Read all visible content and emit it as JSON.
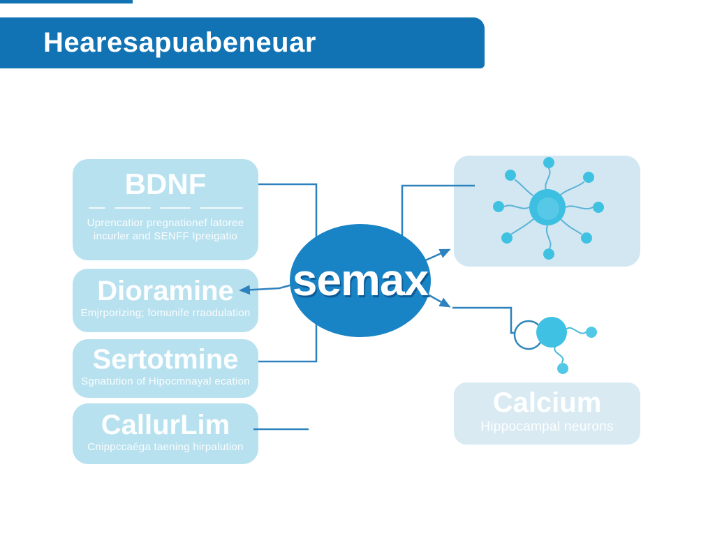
{
  "header": {
    "title": "Hearesapuabeneuar"
  },
  "center_node": {
    "label": "semax"
  },
  "nodes": {
    "bdnf": {
      "title": "BDNF",
      "subtitle_line1": "Uprencatior pregnationef latoree",
      "subtitle_line2": "incurler and SENFF Ipreigatio"
    },
    "dopamine": {
      "title": "Dioramine",
      "subtitle": "Emjrporizing; fomunife rraodulation"
    },
    "serotonin": {
      "title": "Sertotmine",
      "subtitle": "Sgnatution of Hipocmnayal ecation"
    },
    "calcium_pathway": {
      "title": "CallurLim",
      "subtitle": "Cnippccaéga taening hirpalution"
    },
    "calcium": {
      "title": "Calcium",
      "subtitle": "Hippocampal neurons"
    }
  },
  "icons": {
    "neuron": "neuron-cell-icon",
    "synapse": "synapse-cell-icon"
  },
  "colors": {
    "banner_blue": "#1173b4",
    "ellipse_blue": "#1984c5",
    "connector_blue": "#2d81bd",
    "node_cyan": "#b8e1ef",
    "panel_blue_light": "#d2e7f2",
    "panel_blue_lighter": "#d9eaf3",
    "icon_cyan": "#3ec1e3",
    "text_white": "#ffffff"
  }
}
